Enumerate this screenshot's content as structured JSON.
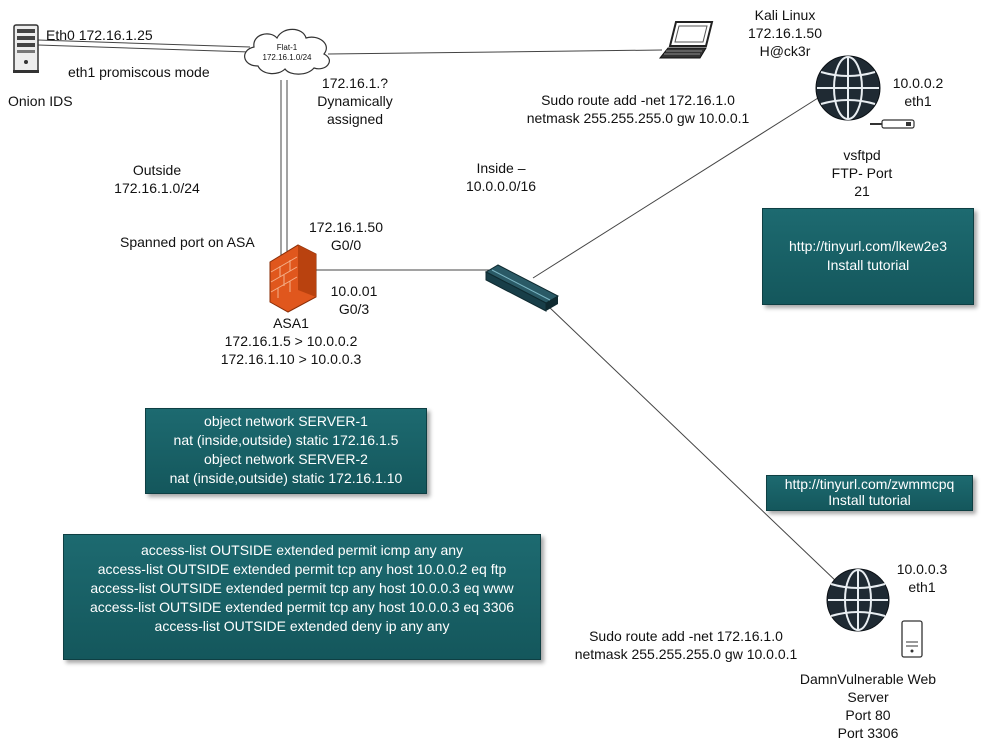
{
  "colors": {
    "box_fill": "#1b6469",
    "box_border": "#0e3f43",
    "firewall_orange": "#e0571d",
    "globe_dark": "#1f2a33"
  },
  "icons": {
    "onion_ids": "server-tower-icon",
    "cloud": "cloud-icon",
    "kali": "laptop-icon",
    "asa": "firewall-icon",
    "switch": "switch-icon",
    "ftp_server": "globe-icon",
    "ftp_adapter": "network-adapter-icon",
    "dvwa_server": "globe-icon",
    "dvwa_host": "server-icon"
  },
  "onion": {
    "eth0": "Eth0  172.16.1.25",
    "eth1": "eth1 promiscous mode",
    "name": "Onion IDS"
  },
  "cloud": {
    "line1": "Flat-1",
    "line2": "172.16.1.0/24"
  },
  "dhcp": {
    "line1": "172.16.1.?",
    "line2": "Dynamically",
    "line3": "assigned"
  },
  "kali": {
    "name": "Kali Linux",
    "ip": "172.16.1.50",
    "password": "H@ck3r"
  },
  "route_top": {
    "line1": "Sudo route add -net 172.16.1.0",
    "line2": "netmask 255.255.255.0 gw 10.0.0.1"
  },
  "ftp_host": {
    "ip": "10.0.0.2",
    "iface": "eth1",
    "svc1": "vsftpd",
    "svc2": "FTP- Port",
    "svc3": "21"
  },
  "outside": {
    "line1": "Outside",
    "line2": "172.16.1.0/24"
  },
  "inside": {
    "line1": "Inside –",
    "line2": "10.0.0.0/16"
  },
  "asa": {
    "span": "Spanned port on ASA",
    "g00_ip": "172.16.1.50",
    "g00": "G0/0",
    "g03_ip": "10.0.01",
    "g03": "G0/3",
    "name": "ASA1",
    "nat1": "172.16.1.5 > 10.0.0.2",
    "nat2": "172.16.1.10 > 10.0.0.3"
  },
  "tut1": {
    "url": "http://tinyurl.com/lkew2e3",
    "text": "Install tutorial"
  },
  "tut2": {
    "url": "http://tinyurl.com/zwmmcpq",
    "text": "Install tutorial"
  },
  "nat_box": {
    "lines": [
      "object network SERVER-1",
      "nat (inside,outside) static 172.16.1.5",
      "object network SERVER-2",
      "nat (inside,outside) static 172.16.1.10"
    ]
  },
  "acl_box": {
    "lines": [
      "access-list OUTSIDE extended permit icmp any any",
      "access-list OUTSIDE extended permit tcp any host 10.0.0.2 eq ftp",
      "access-list OUTSIDE extended permit tcp any host 10.0.0.3 eq www",
      "access-list OUTSIDE extended permit tcp any host 10.0.0.3 eq 3306",
      "access-list OUTSIDE extended deny ip any any"
    ]
  },
  "dvwa_host": {
    "ip": "10.0.0.3",
    "iface": "eth1",
    "name1": "DamnVulnerable Web",
    "name2": "Server",
    "port1": "Port 80",
    "port2": "Port 3306"
  },
  "route_bottom": {
    "line1": "Sudo route add -net 172.16.1.0",
    "line2": "netmask 255.255.255.0 gw 10.0.0.1"
  }
}
